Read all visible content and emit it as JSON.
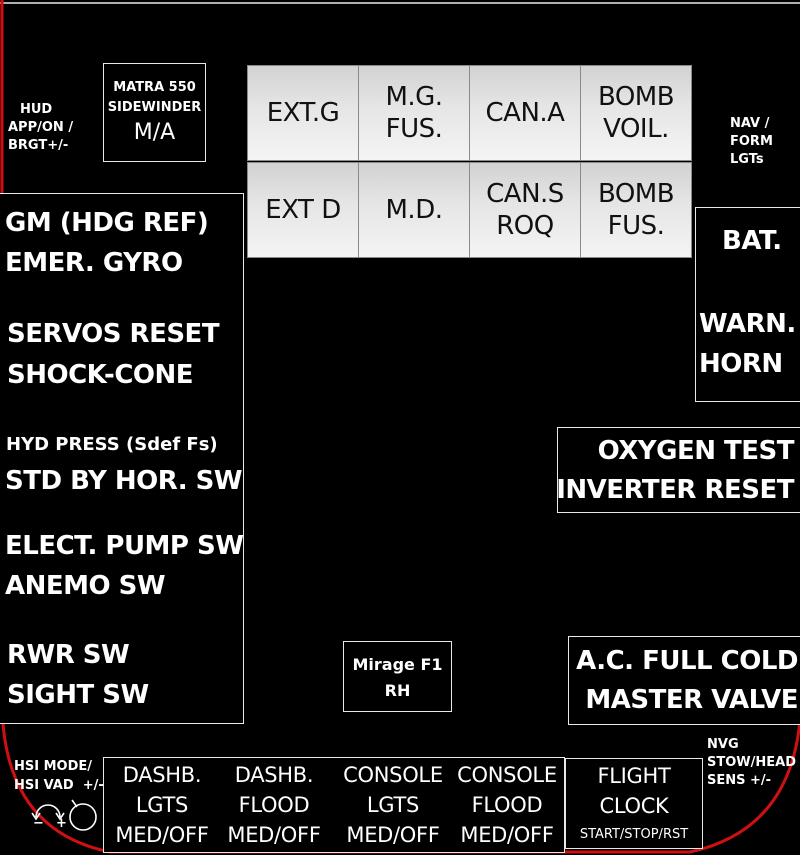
{
  "panel": "Mirage F1 RH",
  "accent_color": "#d01010",
  "hud_label": [
    "HUD",
    "APP/ON /",
    "BRGT+/-"
  ],
  "matra_box": {
    "line1": "MATRA 550",
    "line2": "SIDEWINDER",
    "line3": "M/A"
  },
  "weapon_buttons": [
    {
      "label": "EXT.G"
    },
    {
      "label": "M.G.\nFUS."
    },
    {
      "label": "CAN.A"
    },
    {
      "label": "BOMB\nVOIL."
    },
    {
      "label": "EXT D"
    },
    {
      "label": "M.D."
    },
    {
      "label": "CAN.S\nROQ"
    },
    {
      "label": "BOMB\nFUS."
    }
  ],
  "nav_label": [
    "NAV /",
    "FORM",
    "LGTs"
  ],
  "left_panel": {
    "lines": [
      "GM (HDG REF)",
      "EMER. GYRO",
      "SERVOS RESET",
      "SHOCK-CONE",
      "HYD PRESS (Sdef Fs)",
      "STD BY HOR. SW",
      "ELECT. PUMP SW",
      "ANEMO SW",
      "RWR SW",
      "SIGHT SW"
    ]
  },
  "bat_box": {
    "line1": "BAT.",
    "line2": "WARN.",
    "line3": "HORN"
  },
  "oxygen_box": {
    "line1": "OXYGEN TEST",
    "line2": "INVERTER RESET"
  },
  "title_box": {
    "line1": "Mirage F1",
    "line2": "RH"
  },
  "ac_box": {
    "line1": "A.C. FULL COLD",
    "line2": "MASTER VALVE"
  },
  "hsi_label": {
    "line1": "HSI MODE/",
    "line2": "HSI VAD  +/-",
    "minus": "−",
    "plus": "+"
  },
  "lights_panel": [
    {
      "line1": "DASHB.",
      "line2": "LGTS",
      "line3": "MED/OFF"
    },
    {
      "line1": "DASHB.",
      "line2": "FLOOD",
      "line3": "MED/OFF"
    },
    {
      "line1": "CONSOLE",
      "line2": "LGTS",
      "line3": "MED/OFF"
    },
    {
      "line1": "CONSOLE",
      "line2": "FLOOD",
      "line3": "MED/OFF"
    }
  ],
  "clock_box": {
    "line1": "FLIGHT",
    "line2": "CLOCK",
    "line3": "START/STOP/RST"
  },
  "nvg_label": [
    "NVG",
    "STOW/HEAD",
    "SENS +/-"
  ]
}
